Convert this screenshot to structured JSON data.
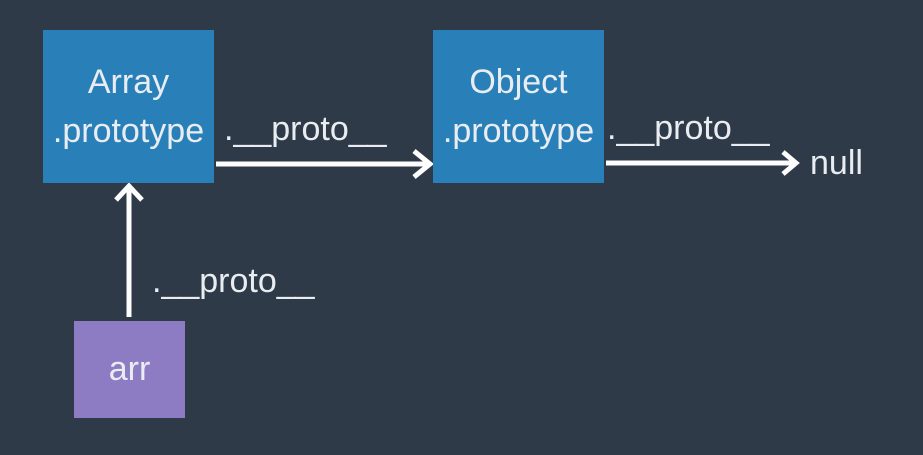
{
  "diagram": {
    "nodes": {
      "array_prototype": {
        "line1": "Array",
        "line2": ".prototype"
      },
      "object_prototype": {
        "line1": "Object",
        "line2": ".prototype"
      },
      "arr": {
        "label": "arr"
      },
      "null_terminal": {
        "label": "null"
      }
    },
    "edges": {
      "arr_to_array": {
        "label": ".__proto__"
      },
      "array_to_object": {
        "label": ".__proto__"
      },
      "object_to_null": {
        "label": ".__proto__"
      }
    }
  },
  "colors": {
    "background": "#2e3a47",
    "node-blue": "#2980b9",
    "node-purple": "#8d7cc4",
    "text": "#e9edf1",
    "arrow": "#fdfdfd"
  }
}
